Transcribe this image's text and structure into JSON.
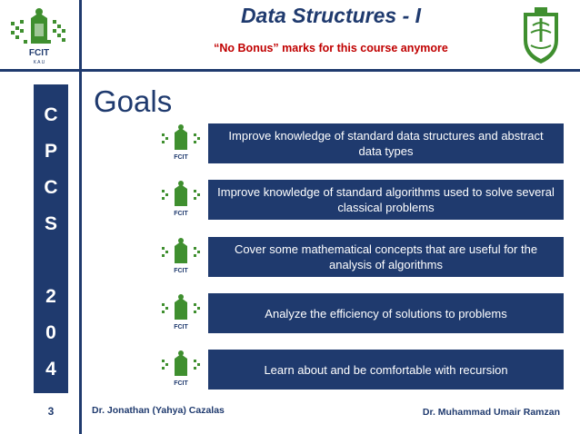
{
  "header": {
    "title": "Data Structures - I",
    "subtitle": "“No Bonus” marks for this course anymore",
    "logo_left_text": "FCIT",
    "logo_left_subtext": "K A U"
  },
  "course_code": {
    "letters": [
      "C",
      "P",
      "C",
      "S",
      "2",
      "0",
      "4"
    ]
  },
  "main": {
    "heading": "Goals",
    "goals": [
      {
        "text": "Improve knowledge of standard data structures and abstract data types",
        "icon": "fcit-logo-icon"
      },
      {
        "text": "Improve knowledge of standard algorithms used to solve several classical problems",
        "icon": "fcit-logo-icon"
      },
      {
        "text": "Cover some mathematical concepts that are useful for the analysis of algorithms",
        "icon": "fcit-logo-icon"
      },
      {
        "text": "Analyze the efficiency of solutions to problems",
        "icon": "fcit-logo-icon"
      },
      {
        "text": "Learn about and be comfortable with recursion",
        "icon": "fcit-logo-icon"
      }
    ]
  },
  "footer": {
    "page_number": "3",
    "left_author": "Dr. Jonathan (Yahya) Cazalas",
    "right_author": "Dr. Muhammad Umair Ramzan"
  },
  "colors": {
    "primary": "#1f3a6e",
    "subtitle_red": "#c00000",
    "logo_green": "#3f8f2f",
    "logo_navy": "#1f3a6e"
  }
}
